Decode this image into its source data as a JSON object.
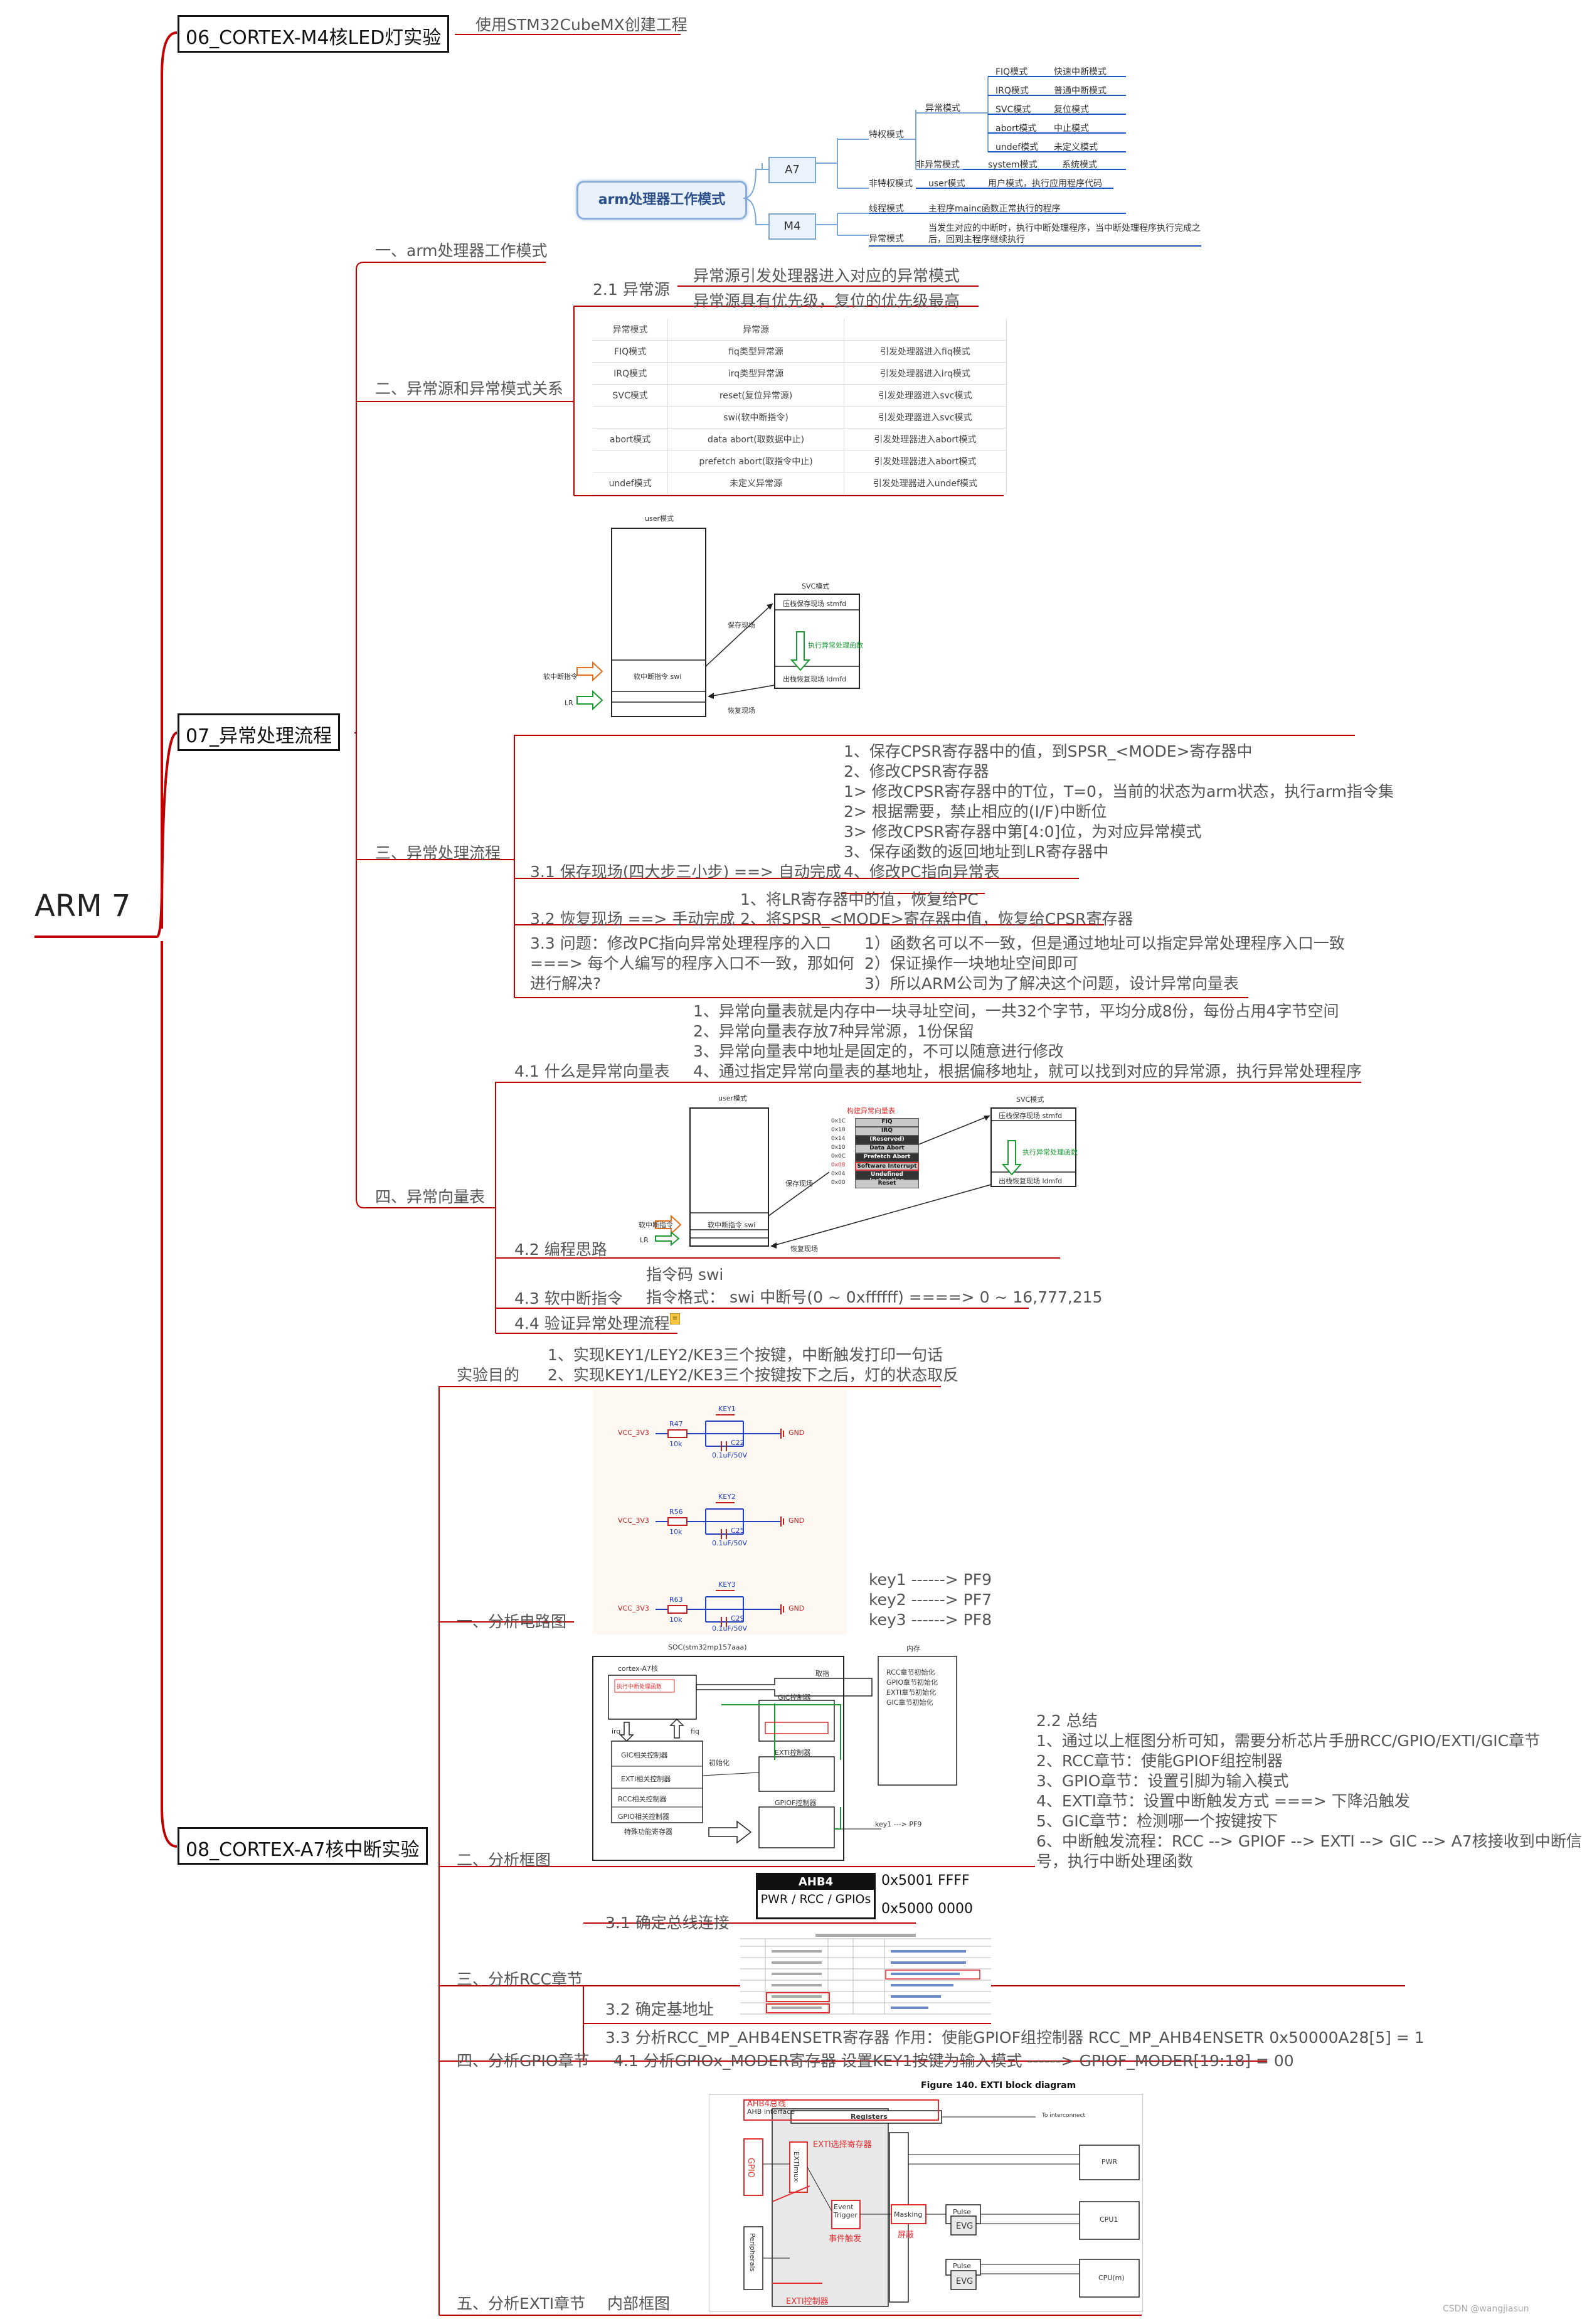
{
  "root": "ARM 7",
  "topic06": {
    "title": "06_CORTEX-M4核LED灯实验",
    "child": "使用STM32CubeMX创建工程"
  },
  "topic07": {
    "title": "07_异常处理流程",
    "sec1": {
      "label": "一、arm处理器工作模式",
      "mindmap": {
        "center": "arm处理器工作模式",
        "a7": "A7",
        "m4": "M4",
        "privileged": "特权模式",
        "exception_mode": "异常模式",
        "non_exception": "非异常模式",
        "non_privileged": "非特权模式",
        "modes": [
          {
            "name": "FIQ模式",
            "desc": "快速中断模式"
          },
          {
            "name": "IRQ模式",
            "desc": "普通中断模式"
          },
          {
            "name": "SVC模式",
            "desc": "复位模式"
          },
          {
            "name": "abort模式",
            "desc": "中止模式"
          },
          {
            "name": "undef模式",
            "desc": "未定义模式"
          },
          {
            "name": "system模式",
            "desc": "系统模式"
          },
          {
            "name": "user模式",
            "desc": "用户模式，执行应用程序代码"
          }
        ],
        "m4_thread": "线程模式",
        "m4_thread_desc": "主程序mainc函数正常执行的程序",
        "m4_handler": "异常模式",
        "m4_handler_desc": "当发生对应的中断时，执行中断处理程序，当中断处理程序执行完成之后，回到主程序继续执行"
      }
    },
    "sec2": {
      "label": "二、异常源和异常模式关系",
      "sub": "2.1 异常源",
      "notes": [
        "异常源引发处理器进入对应的异常模式",
        "异常源具有优先级，复位的优先级最高"
      ],
      "table_header": [
        "异常模式",
        "异常源",
        ""
      ],
      "table_rows": [
        [
          "FIQ模式",
          "fiq类型异常源",
          "引发处理器进入fiq模式"
        ],
        [
          "IRQ模式",
          "irq类型异常源",
          "引发处理器进入irq模式"
        ],
        [
          "SVC模式",
          "reset(复位异常源)",
          "引发处理器进入svc模式"
        ],
        [
          "",
          "swi(软中断指令)",
          "引发处理器进入svc模式"
        ],
        [
          "abort模式",
          "data abort(取数据中止)",
          "引发处理器进入abort模式"
        ],
        [
          "",
          "prefetch abort(取指令中止)",
          "引发处理器进入abort模式"
        ],
        [
          "undef模式",
          "未定义异常源",
          "引发处理器进入undef模式"
        ]
      ]
    },
    "diagram1": {
      "user": "user模式",
      "svc": "SVC模式",
      "save": "保存现场",
      "restore": "恢复现场",
      "push": "压栈保存现场 stmfd",
      "handle": "执行异常处理函数",
      "pop": "出栈恢复现场 ldmfd",
      "swi_instr": "软中断指令 swi",
      "swi_label": "软中断指令",
      "lr": "LR"
    },
    "sec3": {
      "label": "三、异常处理流程",
      "s31": "3.1 保存现场(四大步三小步) ==> 自动完成",
      "s31_steps": [
        "1、保存CPSR寄存器中的值，到SPSR_<MODE>寄存器中",
        "2、修改CPSR寄存器",
        "1> 修改CPSR寄存器中的T位，T=0，当前的状态为arm状态，执行arm指令集",
        "2> 根据需要，禁止相应的(I/F)中断位",
        "3> 修改CPSR寄存器中第[4:0]位，为对应异常模式",
        "3、保存函数的返回地址到LR寄存器中",
        "4、修改PC指向异常表"
      ],
      "s32": "3.2 恢复现场 ==> 手动完成",
      "s32_steps": [
        "1、将LR寄存器中的值，恢复给PC",
        "2、将SPSR_<MODE>寄存器中值，恢复给CPSR寄存器"
      ],
      "s33_lines": [
        "3.3 问题：修改PC指向异常处理程序的入口",
        "===> 每个人编写的程序入口不一致，那如何",
        "进行解决?"
      ],
      "s33_answers": [
        "1）函数名可以不一致，但是通过地址可以指定异常处理程序入口一致",
        "2）保证操作一块地址空间即可",
        "3）所以ARM公司为了解决这个问题，设计异常向量表"
      ]
    },
    "sec4": {
      "label": "四、异常向量表",
      "s41": "4.1 什么是异常向量表",
      "s41_points": [
        "1、异常向量表就是内存中一块寻址空间，一共32个字节，平均分成8份，每份占用4字节空间",
        "2、异常向量表存放7种异常源，1份保留",
        "3、异常向量表中地址是固定的，不可以随意进行修改",
        "4、通过指定异常向量表的基地址，根据偏移地址，就可以找到对应的异常源，执行异常处理程序"
      ],
      "s42": "4.2 编程思路",
      "vt_title": "构建异常向量表",
      "vt_addrs": [
        "0x1C",
        "0x18",
        "0x14",
        "0x10",
        "0x0C",
        "0x08",
        "0x04",
        "0x00"
      ],
      "vt_entries": [
        "FIQ",
        "IRQ",
        "(Reserved)",
        "Data Abort",
        "Prefetch Abort",
        "Software Interrupt",
        "Undefined Instruction",
        "Reset"
      ],
      "s43": "4.3 软中断指令",
      "s43_lines": [
        "指令码 swi",
        "指令格式：  swi 中断号(0 ~ 0xffffff) ====> 0 ~ 16,777,215"
      ],
      "s44": "4.4 验证异常处理流程"
    }
  },
  "topic08": {
    "title": "08_CORTEX-A7核中断实验",
    "purpose": "实验目的",
    "purpose_items": [
      "1、实现KEY1/LEY2/KE3三个按键，中断触发打印一句话",
      "2、实现KEY1/LEY2/KE3三个按键按下之后，灯的状态取反"
    ],
    "sec1": "一、分析电路图",
    "circuit": {
      "vcc": "VCC_3V3",
      "gnd": "GND",
      "keys": [
        {
          "r": "R47",
          "c": "C22",
          "k": "KEY1"
        },
        {
          "r": "R56",
          "c": "C25",
          "k": "KEY2"
        },
        {
          "r": "R63",
          "c": "C29",
          "k": "KEY3"
        }
      ],
      "rval": "10k",
      "cval": "0.1uF/50V"
    },
    "key_map": [
      "key1 ------> PF9",
      "key2 ------> PF7",
      "key3 ------> PF8"
    ],
    "sec2": "二、分析框图",
    "block": {
      "soc": "SOC(stm32mp157aaa)",
      "mem": "内存",
      "cortex": "cortex-A7核",
      "exec": "执行中断处理函数",
      "gic": "GIC控制器",
      "gic_bus": "GIC相关控制器",
      "exti_bus": "EXTI相关控制器",
      "rcc_bus": "RCC相关控制器",
      "gpio_bus": "GPIO相关控制器",
      "special": "特殊功能寄存器",
      "init": "初始化",
      "exti": "EXTI控制器",
      "gpiof": "GPIOF控制器",
      "rcc_init": "RCC章节初始化",
      "gpio_init": "GPIO章节初始化",
      "exti_init": "EXTI章节初始化",
      "gic_init": "GIC章节初始化",
      "key_pf9": "key1 ---> PF9",
      "pick": "取指",
      "irq": "irq",
      "fiq": "fiq"
    },
    "summary": {
      "title": "2.2 总结",
      "items": [
        "1、通过以上框图分析可知，需要分析芯片手册RCC/GPIO/EXTI/GIC章节",
        "2、RCC章节：使能GPIOF组控制器",
        "3、GPIO章节：设置引脚为输入模式",
        "4、EXTI章节：设置中断触发方式 ===> 下降沿触发",
        "5、GIC章节：检测哪一个按键按下",
        "6、中断触发流程：RCC --> GPIOF --> EXTI --> GIC --> A7核接收到中断信",
        "号，执行中断处理函数"
      ]
    },
    "sec3": "三、分析RCC章节",
    "s31": "3.1 确定总线连接",
    "ahb": {
      "name": "AHB4",
      "sub": "PWR / RCC / GPIOs",
      "hi": "0x5001 FFFF",
      "lo": "0x5000 0000"
    },
    "s32": "3.2 确定基地址",
    "s33": "3.3 分析RCC_MP_AHB4ENSETR寄存器        作用：使能GPIOF组控制器        RCC_MP_AHB4ENSETR 0x50000A28[5]  = 1",
    "sec4": "四、分析GPIO章节",
    "s41": "4.1 分析GPIOx_MODER寄存器        设置KEY1按键为输入模式  ------> GPIOF_MODER[19:18] = 00",
    "sec5": "五、分析EXTI章节",
    "sec5_sub": "内部框图",
    "exti_fig_title": "Figure 140. EXTI block diagram",
    "exti_fig": {
      "regs": "Registers",
      "ahb_label": "AHB4总线",
      "ahb_if": "AHB interface",
      "gpio": "GPIO",
      "periph": "Peripherals",
      "exti_mux": "EXTImux",
      "sel": "EXTI选择寄存器",
      "event_trigger": "Event Trigger",
      "masking": "Masking",
      "pwr": "PWR",
      "cpu1": "CPU1",
      "cpu2": "CPU(m)",
      "evg": "EVG",
      "pulse": "Pulse",
      "event_cn": "事件触发",
      "mask_cn": "屏蔽",
      "exti_ctl": "EXTI控制器",
      "interconnect": "To interconnect"
    },
    "watermark": "CSDN @wangjiasun"
  }
}
